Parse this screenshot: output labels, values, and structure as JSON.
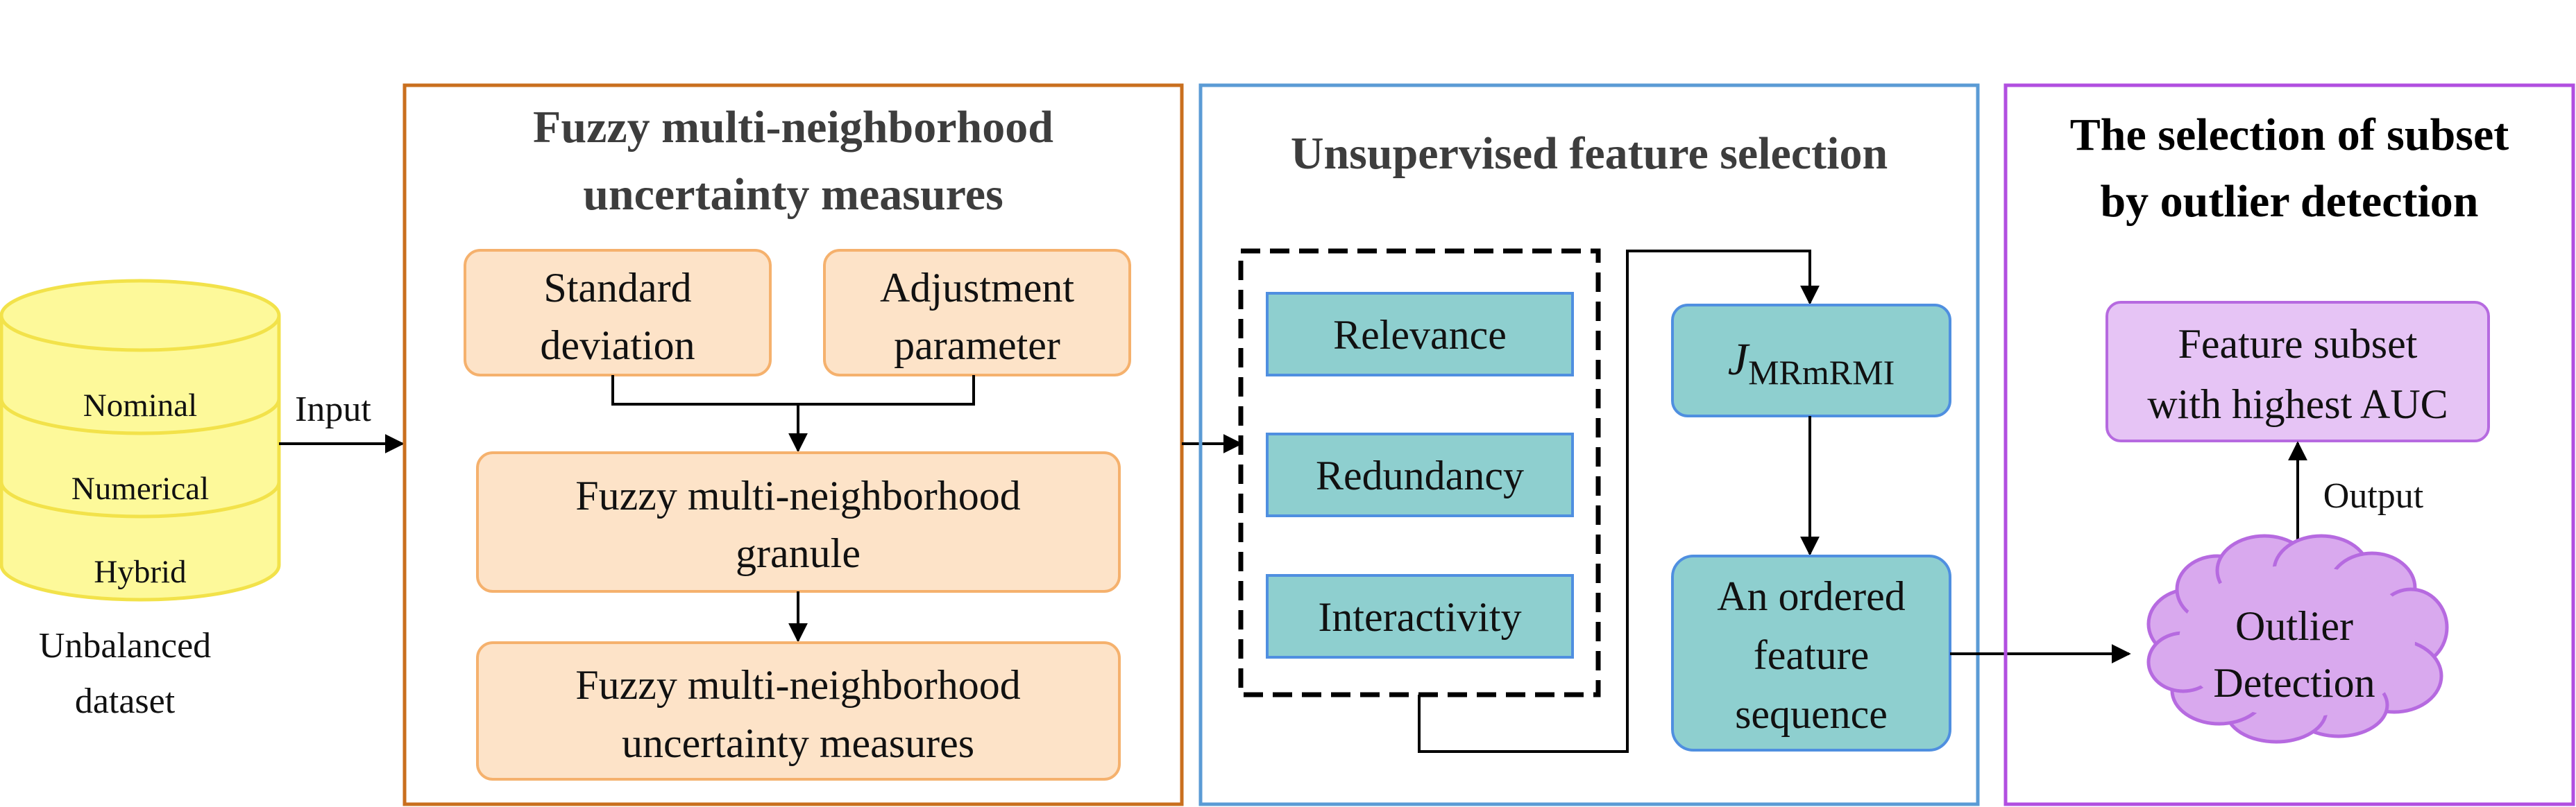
{
  "dataset": {
    "layers": [
      "Nominal",
      "Numerical",
      "Hybrid"
    ],
    "caption": [
      "Unbalanced",
      "dataset"
    ],
    "input_label": "Input",
    "colors": {
      "fill": "#fdf99a",
      "stroke": "#f2e24a"
    }
  },
  "panel_fuzzy": {
    "title": [
      "Fuzzy multi-neighborhood",
      "uncertainty measures"
    ],
    "standard_deviation": [
      "Standard",
      "deviation"
    ],
    "adjustment_parameter": [
      "Adjustment",
      "parameter"
    ],
    "granule": [
      "Fuzzy multi-neighborhood",
      "granule"
    ],
    "uncertainty_measures": [
      "Fuzzy multi-neighborhood",
      "uncertainty measures"
    ],
    "colors": {
      "border": "#c96f1e",
      "box_fill": "#fde3c8",
      "box_stroke": "#f5b16d"
    }
  },
  "panel_unsupervised": {
    "title": "Unsupervised feature selection",
    "relevance": "Relevance",
    "redundancy": "Redundancy",
    "interactivity": "Interactivity",
    "criterion": {
      "main": "J",
      "subscript": "MRmRMI"
    },
    "ordered_sequence": [
      "An ordered",
      "feature",
      "sequence"
    ],
    "colors": {
      "border": "#5b9bd5",
      "box_fill": "#8ecfcf",
      "box_stroke": "#4f8fe0"
    }
  },
  "panel_selection": {
    "title": [
      "The selection of subset",
      "by outlier detection"
    ],
    "feature_subset": [
      "Feature subset",
      "with highest AUC"
    ],
    "outlier_detection": [
      "Outlier",
      "Detection"
    ],
    "output_label": "Output",
    "colors": {
      "border": "#b14fe0",
      "box_fill": "#e6c4f5",
      "box_stroke": "#b66ae0",
      "cloud_fill": "#d9a9ee"
    }
  }
}
